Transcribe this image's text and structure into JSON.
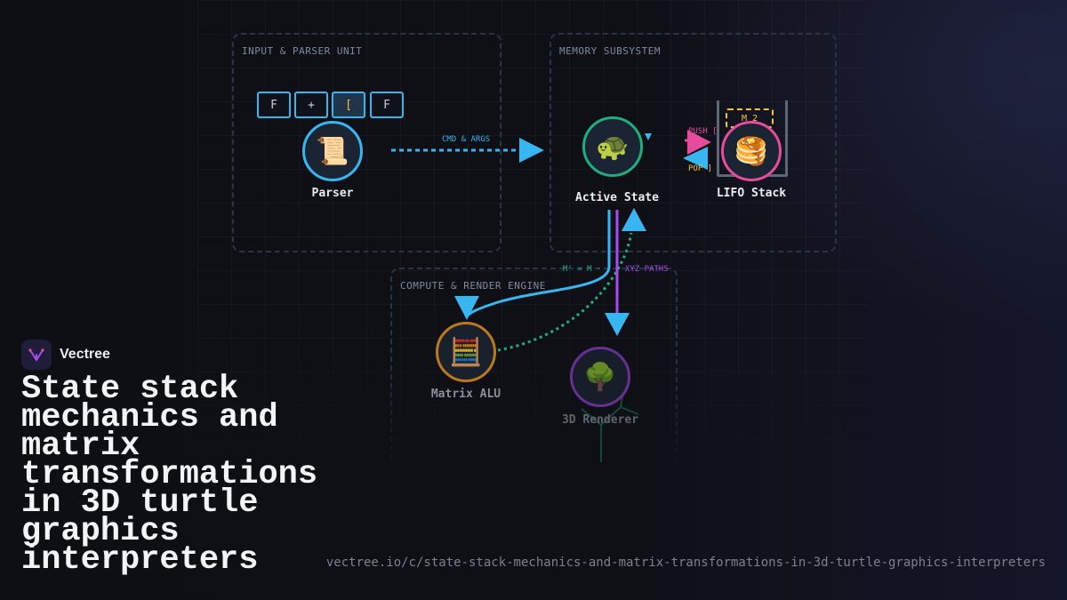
{
  "groups": {
    "parser_unit": "INPUT & PARSER UNIT",
    "memory": "MEMORY SUBSYSTEM",
    "compute": "COMPUTE & RENDER ENGINE"
  },
  "tokens": [
    "F",
    "+",
    "[",
    "F"
  ],
  "active_token_index": 2,
  "nodes": {
    "parser": {
      "label": "Parser",
      "icon": "📜",
      "color": "#38b6f2"
    },
    "state": {
      "label": "Active State",
      "icon": "🐢",
      "color": "#1fae7e"
    },
    "stack": {
      "label": "LIFO Stack",
      "icon": "🥞",
      "color": "#e64c9b"
    },
    "alu": {
      "label": "Matrix ALU",
      "icon": "🧮",
      "color": "#d98b1f"
    },
    "renderer": {
      "label": "3D Renderer",
      "icon": "🌳",
      "color": "#8a3fc9"
    }
  },
  "edges": {
    "cmd_args": "CMD & ARGS",
    "push": "PUSH [",
    "pop": "POP ]",
    "matrix": "M' = M ·",
    "xyz": "XYZ PATHS"
  },
  "stack_slot": "M_2",
  "colors": {
    "blue": "#38b6f2",
    "green": "#1fae7e",
    "pink": "#e64c9b",
    "purple": "#a64cf0",
    "yellow": "#f4c542"
  },
  "brand": {
    "name": "Vectree"
  },
  "headline": "State stack mechanics and matrix transformations in 3D turtle graphics interpreters",
  "url": "vectree.io/c/state-stack-mechanics-and-matrix-transformations-in-3d-turtle-graphics-interpreters"
}
